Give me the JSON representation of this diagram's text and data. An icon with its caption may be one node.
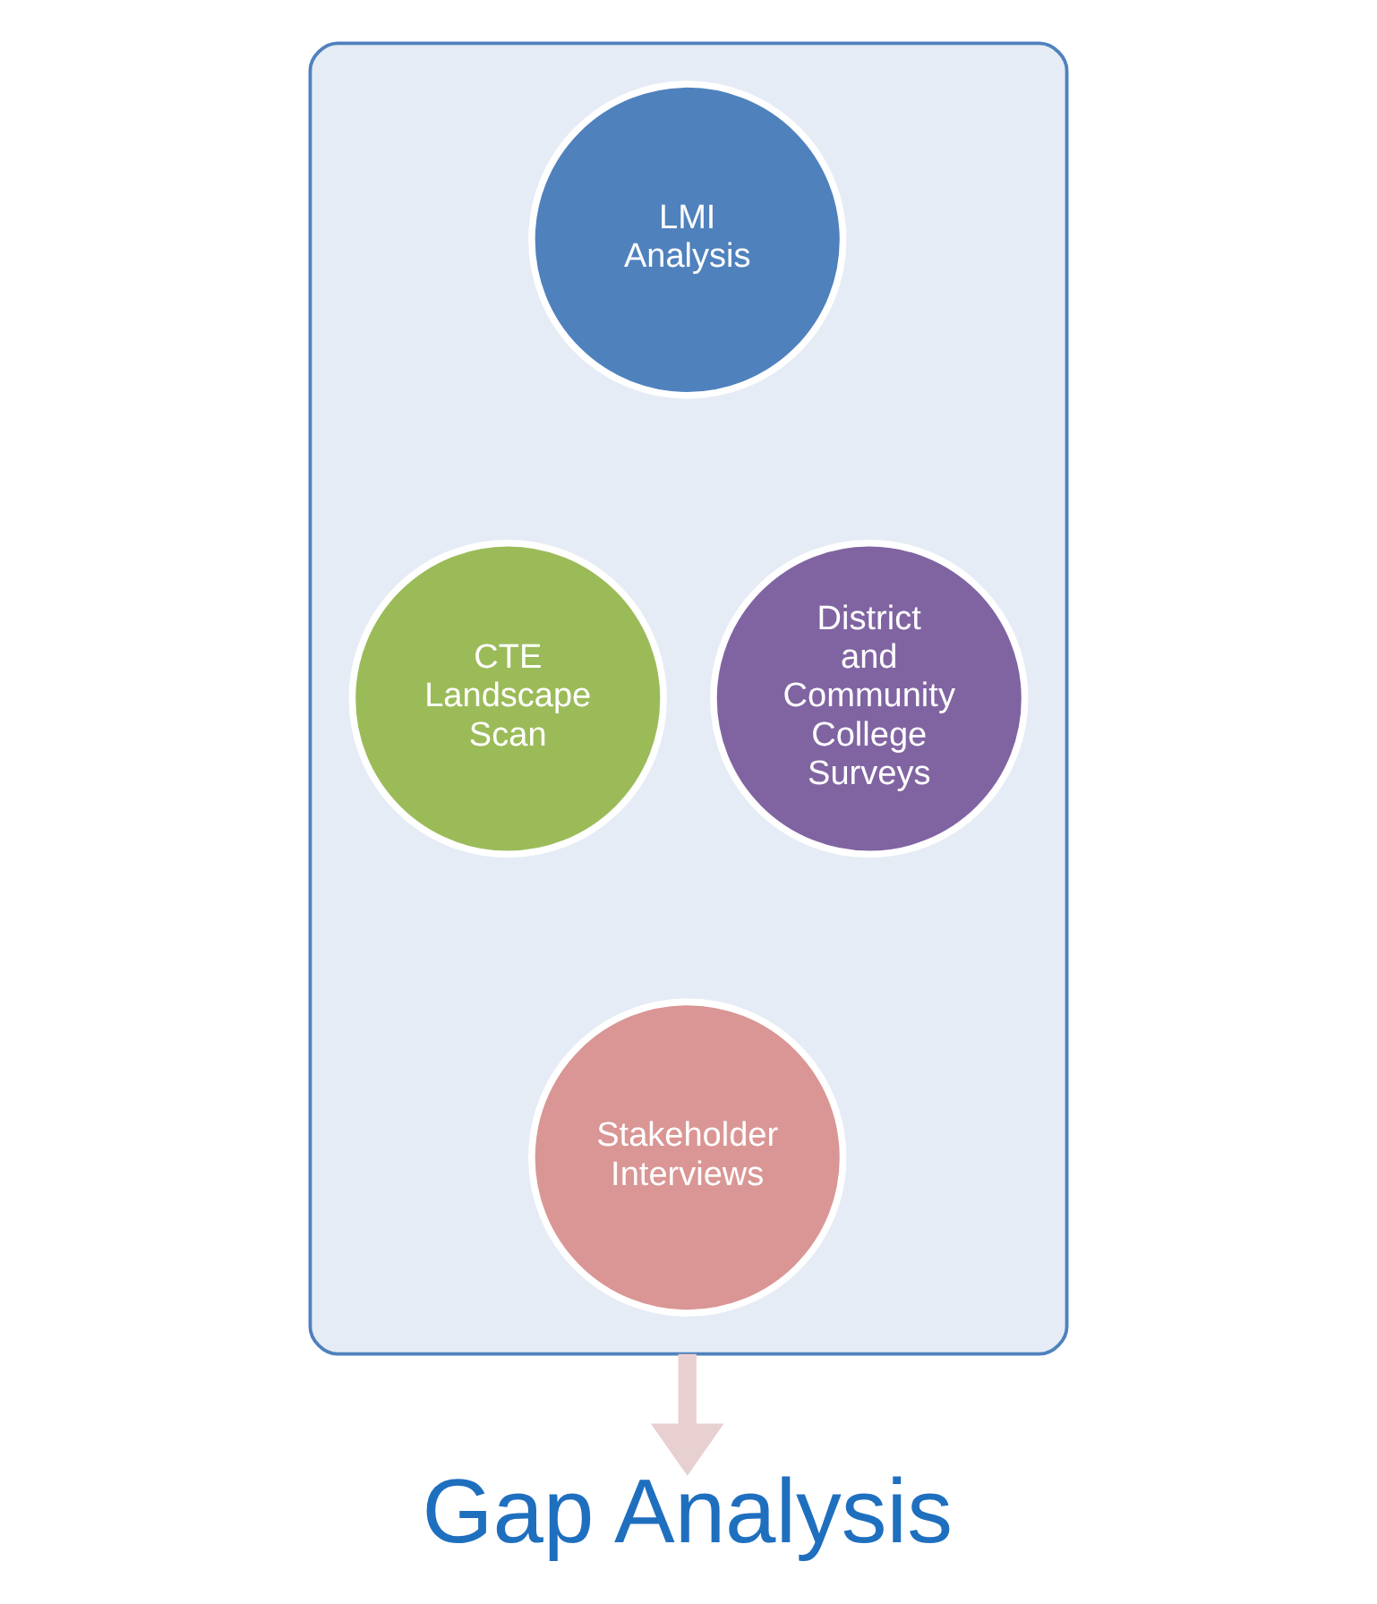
{
  "diagram": {
    "nodes": [
      {
        "text": [],
        "shape": "funnel"
      },
      {
        "text": [
          "LMI Analysis"
        ],
        "in": 0
      },
      {
        "text": [
          "CTE Landscape Scan"
        ],
        "in": 0
      },
      {
        "text": [
          "District and Community College Surveys"
        ],
        "in": 0
      },
      {
        "text": [
          "Stakeholder Interviews"
        ],
        "in": 0
      },
      {
        "text": [
          "Gap Analysis"
        ]
      }
    ],
    "edges": [
      {
        "from": 0,
        "to": 5,
        "arrow": "to",
        "color": "#e8d0d0"
      }
    ]
  }
}
